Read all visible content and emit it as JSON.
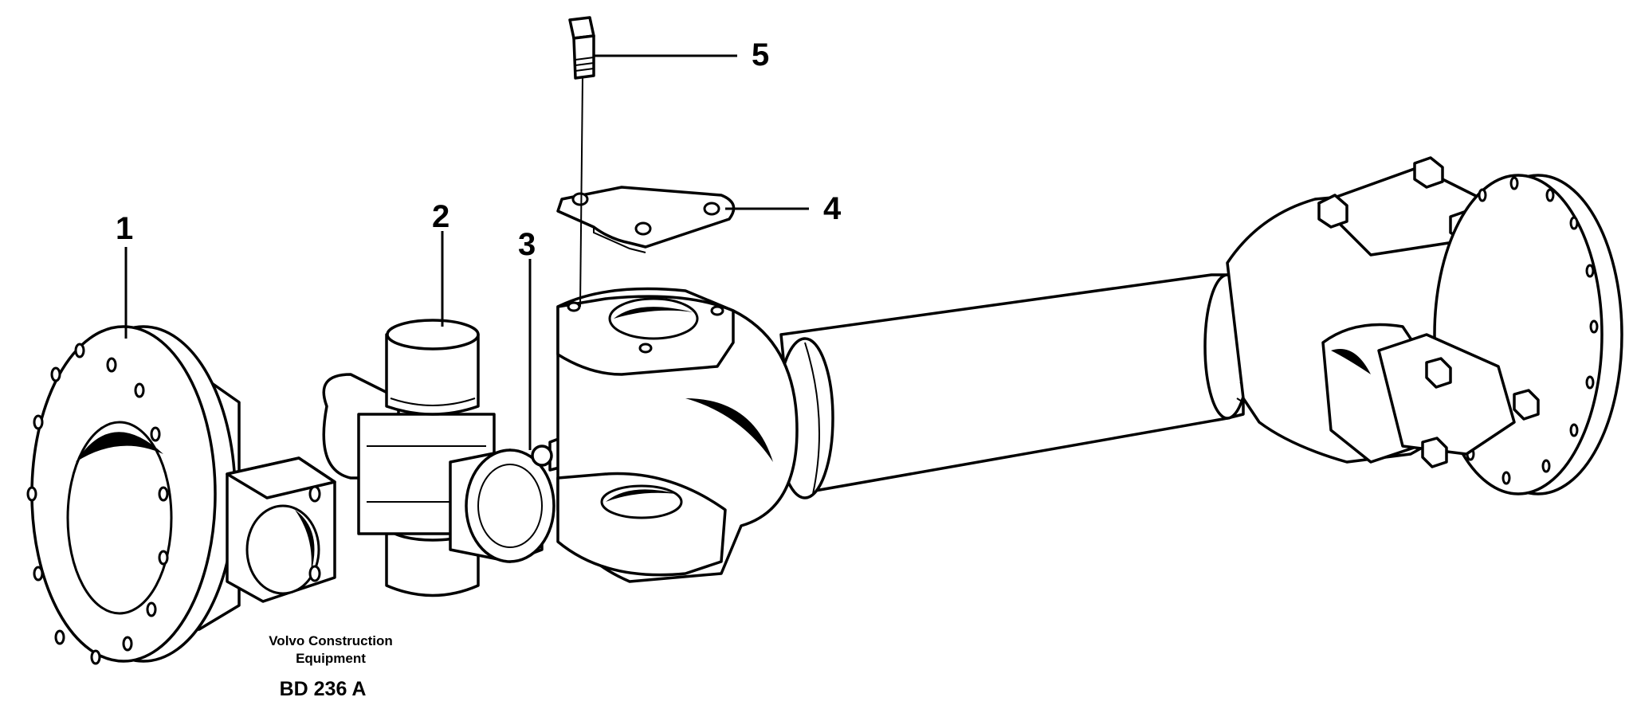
{
  "callouts": [
    {
      "number": "1",
      "part": "flange yoke"
    },
    {
      "number": "2",
      "part": "universal joint cross"
    },
    {
      "number": "3",
      "part": "grease nipple"
    },
    {
      "number": "4",
      "part": "lock plate"
    },
    {
      "number": "5",
      "part": "bolt"
    }
  ],
  "caption": {
    "line1": "Volvo Construction",
    "line2": "Equipment",
    "code": "BD 236 A"
  },
  "colors": {
    "ink": "#000000",
    "paper": "#ffffff"
  }
}
